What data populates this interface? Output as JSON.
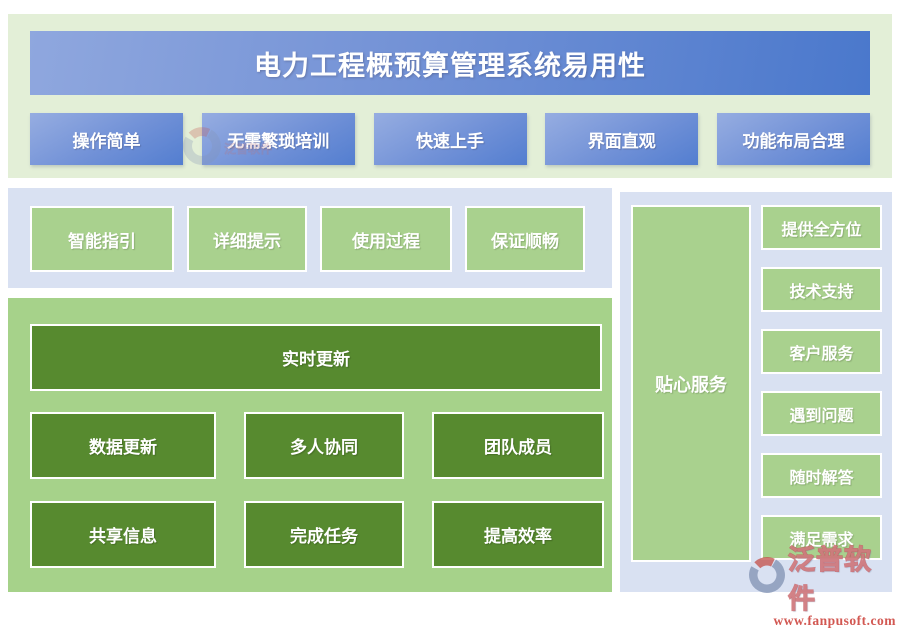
{
  "header": {
    "title": "电力工程概预算管理系统易用性"
  },
  "features": [
    "操作简单",
    "无需繁琐培训",
    "快速上手",
    "界面直观",
    "功能布局合理"
  ],
  "guidance": [
    "智能指引",
    "详细提示",
    "使用过程",
    "保证顺畅"
  ],
  "collaboration": {
    "headline": "实时更新",
    "row1": [
      "数据更新",
      "多人协同",
      "团队成员"
    ],
    "row2": [
      "共享信息",
      "完成任务",
      "提高效率"
    ]
  },
  "service": {
    "title": "贴心服务",
    "items": [
      "提供全方位",
      "技术支持",
      "客户服务",
      "遇到问题",
      "随时解答",
      "满足需求"
    ]
  },
  "branding": {
    "name": "泛普软件",
    "website": "www.fanpusoft.com"
  },
  "colors": {
    "banner_gradient_start": "#8fa7de",
    "banner_gradient_end": "#4a78cc",
    "blue_button_start": "#96ade1",
    "blue_button_end": "#537ed0",
    "light_green_panel": "#e3efd7",
    "periwinkle_panel": "#d9e1f2",
    "green_panel": "#a6d28a",
    "light_green_button": "#a9d18e",
    "dark_green_button": "#578a2f",
    "brand_red": "#cf4a44",
    "text_white": "#ffffff"
  }
}
